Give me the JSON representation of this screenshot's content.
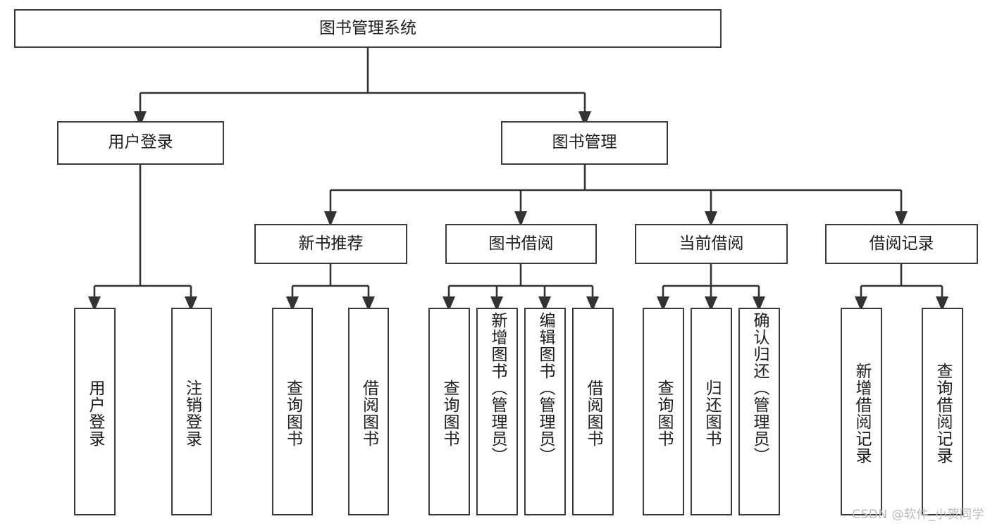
{
  "diagram": {
    "title": "图书管理系统",
    "type": "tree-hierarchy-chart",
    "line_color": "#3a3a3a",
    "box_fill": "#ffffff",
    "text_color": "#1d1d1d"
  },
  "root": {
    "label": "图书管理系统"
  },
  "level2": [
    {
      "label": "用户登录"
    },
    {
      "label": "图书管理"
    }
  ],
  "level3": [
    {
      "label": "新书推荐"
    },
    {
      "label": "图书借阅"
    },
    {
      "label": "当前借阅"
    },
    {
      "label": "借阅记录"
    }
  ],
  "leaves": {
    "user_login": [
      {
        "label": "用户登录"
      },
      {
        "label": "注销登录"
      }
    ],
    "new_book": [
      {
        "label": "查询图书"
      },
      {
        "label": "借阅图书"
      }
    ],
    "book_borrow": [
      {
        "label": "查询图书"
      },
      {
        "label": "新增图书（管理员）"
      },
      {
        "label": "编辑图书（管理员）"
      },
      {
        "label": "借阅图书"
      }
    ],
    "current_borrow": [
      {
        "label": "查询图书"
      },
      {
        "label": "归还图书"
      },
      {
        "label": "确认归还（管理员）"
      }
    ],
    "borrow_record": [
      {
        "label": "新增借阅记录"
      },
      {
        "label": "查询借阅记录"
      }
    ]
  },
  "watermark": {
    "text": "CSDN @软件_小贺同学"
  }
}
